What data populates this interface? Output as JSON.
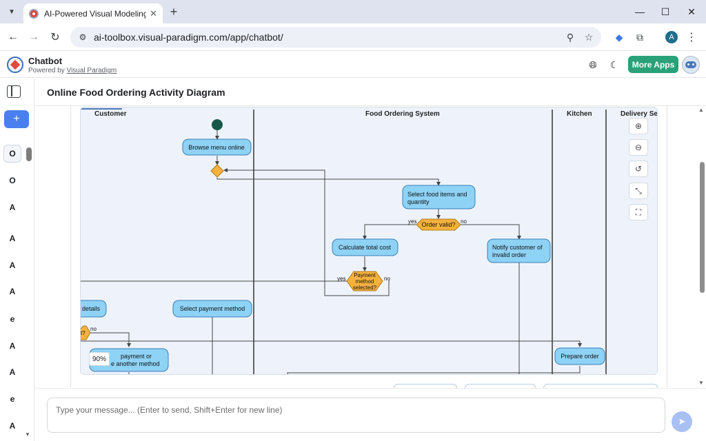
{
  "browser": {
    "tab_title": "AI-Powered Visual Modeling Ch",
    "url": "ai-toolbox.visual-paradigm.com/app/chatbot/",
    "profile_initial": "A"
  },
  "app": {
    "title": "Chatbot",
    "powered_prefix": "Powered by ",
    "powered_link": "Visual Paradigm",
    "more_apps_label": "More Apps"
  },
  "sidebar": {
    "new_chat_label": "+",
    "items": [
      "O",
      "O",
      "A",
      "A",
      "A",
      "A",
      "e",
      "A",
      "A",
      "e",
      "A"
    ]
  },
  "main": {
    "title": "Online Food Ordering Activity Diagram",
    "zoom_level": "90%"
  },
  "diagram": {
    "lanes": [
      "Customer",
      "Food Ordering System",
      "Kitchen",
      "Delivery Se"
    ],
    "nodes": {
      "browse": "Browse menu online",
      "select_items_1": "Select food items and",
      "select_items_2": "quantity",
      "order_valid": "Order valid?",
      "calc_total": "Calculate total cost",
      "notify_1": "Notify customer of",
      "notify_2": "invalid order",
      "payment_q_1": "Payment",
      "payment_q_2": "method",
      "payment_q_3": "selected?",
      "select_payment": "Select payment method",
      "details": "details",
      "partial_q": "t?",
      "retry_1": "payment or",
      "retry_2": "e another method",
      "prepare": "Prepare order"
    },
    "edge_labels": {
      "valid_yes": "yes",
      "valid_no": "no",
      "payment_yes": "yes",
      "payment_no": "no",
      "partial_no": "no"
    },
    "colors": {
      "action_fill": "#8ed2f6",
      "decision_fill": "#f5b13d",
      "start_fill": "#17574a",
      "lane_bg": "#eef3fb"
    }
  },
  "composer": {
    "placeholder": "Type your message... (Enter to send, Shift+Enter for new line)"
  }
}
